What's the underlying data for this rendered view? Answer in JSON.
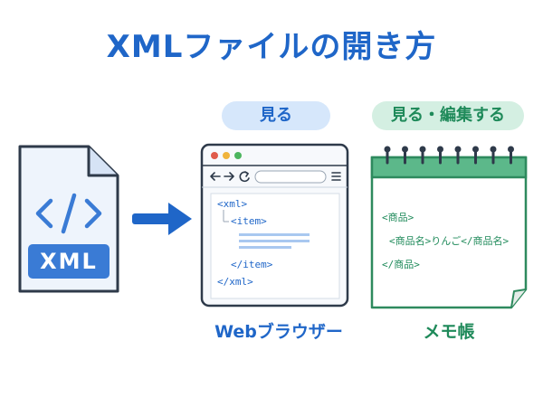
{
  "title": "XMLファイルの開き方",
  "xml_file": {
    "badge": "XML"
  },
  "browser": {
    "pill": "見る",
    "caption": "Webブラウザー",
    "lines": [
      "<xml>",
      "<item>",
      "</item>",
      "</xml>"
    ]
  },
  "notepad": {
    "pill": "見る・編集する",
    "caption": "メモ帳",
    "lines": [
      "<商品>",
      "<商品名>りんご</商品名>",
      "</商品>"
    ]
  },
  "colors": {
    "blue": "#1f66c8",
    "light_blue": "#d6e7fb",
    "green": "#1f8a5a",
    "light_green": "#d4efe2",
    "dark": "#2e3a4a"
  },
  "icons": [
    "file-icon",
    "code-brackets-icon",
    "arrow-right-icon",
    "browser-window-icon",
    "back-icon",
    "forward-icon",
    "reload-icon",
    "menu-icon",
    "notepad-icon",
    "spiral-binding-icon"
  ]
}
